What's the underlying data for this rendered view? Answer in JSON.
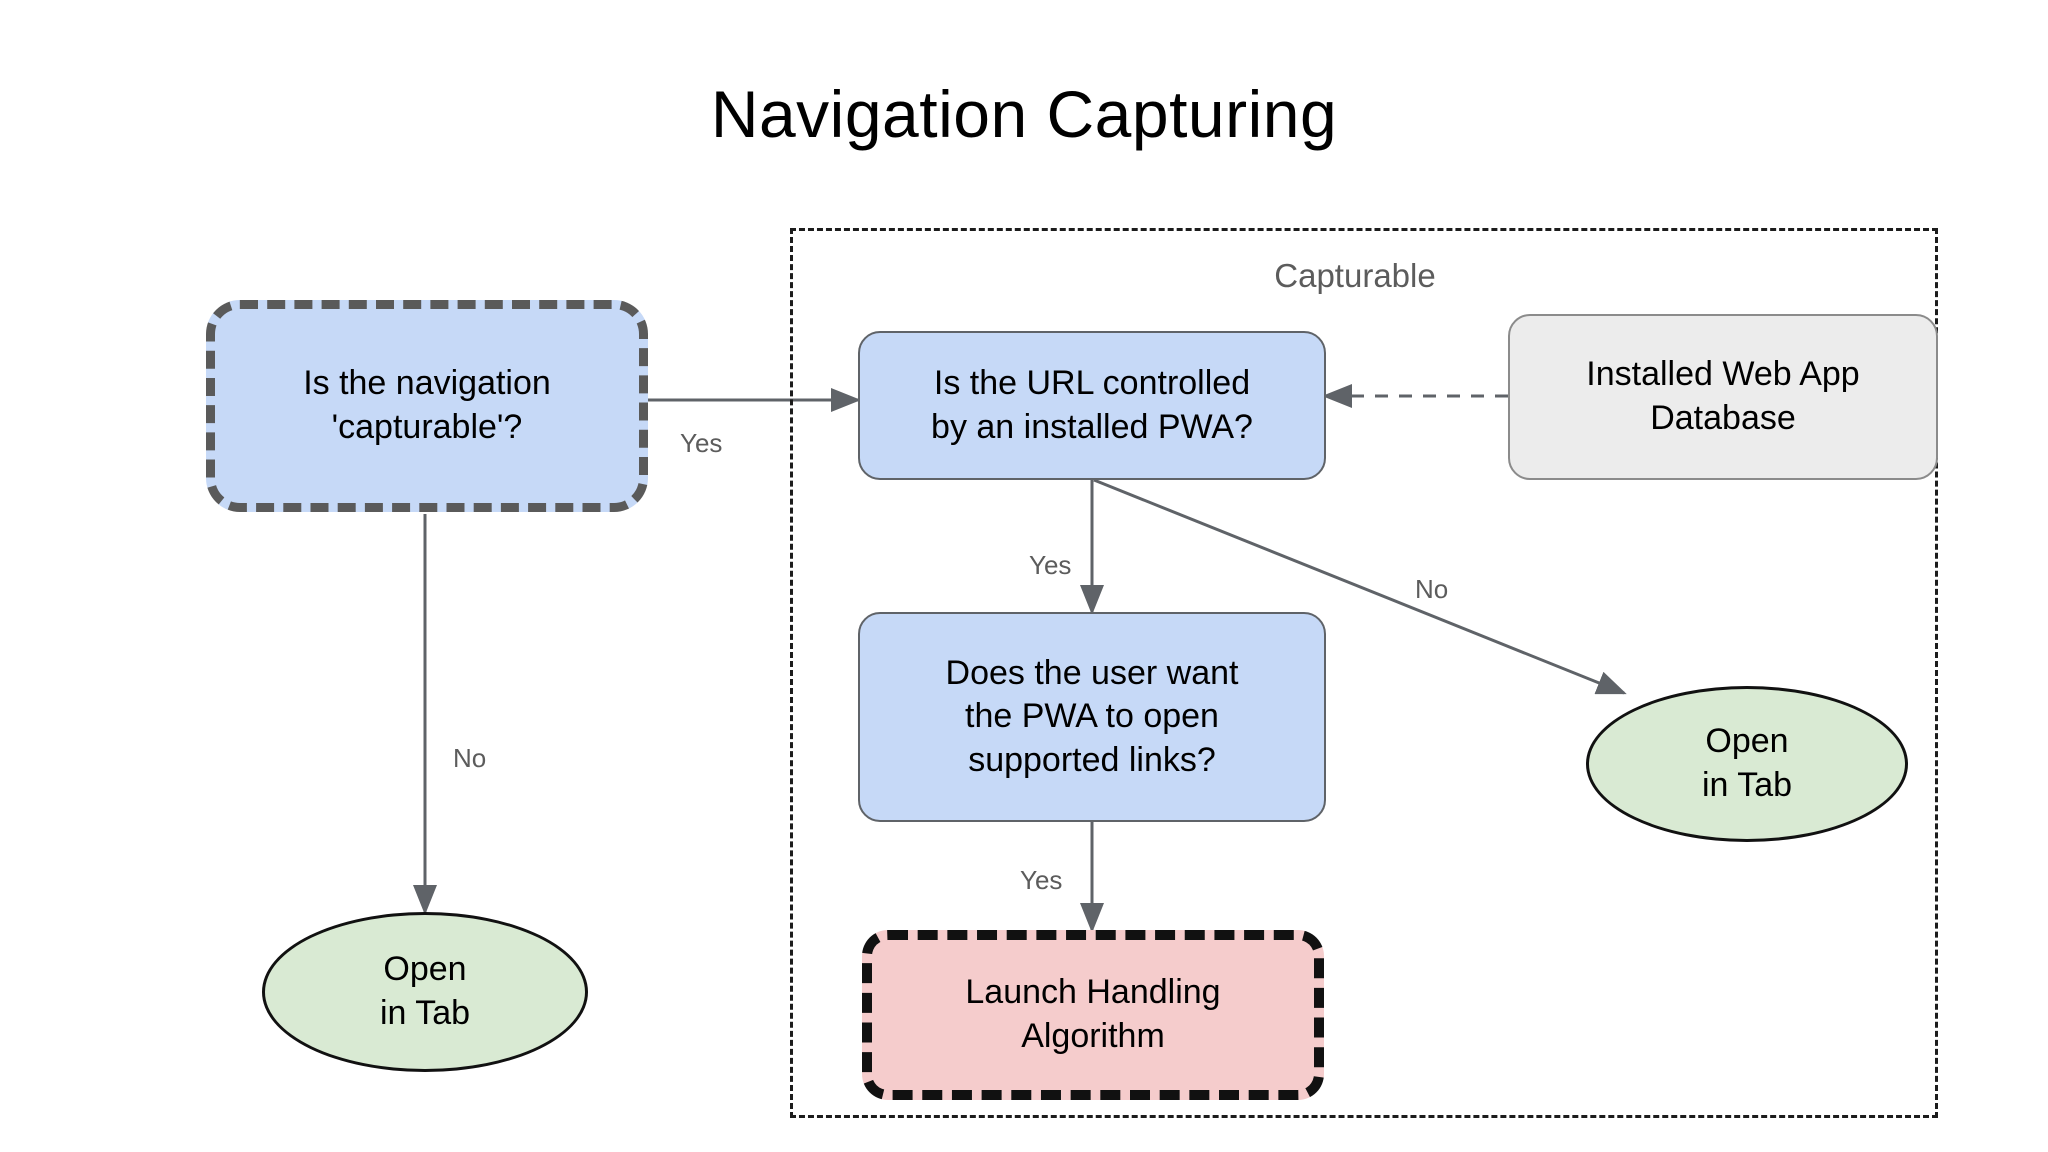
{
  "title": "Navigation Capturing",
  "group": {
    "label": "Capturable"
  },
  "nodes": {
    "is_capturable": "Is the navigation\n'capturable'?",
    "url_controlled": "Is the URL controlled\nby an installed PWA?",
    "installed_db": "Installed Web App\nDatabase",
    "user_want": "Does the user want\nthe PWA to open\nsupported links?",
    "launch_handling": "Launch Handling\nAlgorithm",
    "open_in_tab_left": "Open\nin Tab",
    "open_in_tab_right": "Open\nin Tab"
  },
  "edge_labels": {
    "capturable_yes": "Yes",
    "capturable_no": "No",
    "url_yes": "Yes",
    "url_no": "No",
    "user_want_yes": "Yes"
  },
  "colors": {
    "node_blue": "#c6d9f7",
    "node_green": "#d9ead3",
    "node_pink": "#f5cccc",
    "node_gray": "#ececec",
    "edge_stroke": "#5f6368",
    "dashed_border": "#5a5a5a",
    "group_border": "#1c1c1c",
    "label_text": "#5c5c5c",
    "background": "#ffffff"
  },
  "chart_data": {
    "type": "flowchart",
    "title": "Navigation Capturing",
    "nodes": [
      {
        "id": "is_capturable",
        "label": "Is the navigation 'capturable'?",
        "shape": "rounded-rect",
        "style": "blue-dashed"
      },
      {
        "id": "url_controlled",
        "label": "Is the URL controlled by an installed PWA?",
        "shape": "rounded-rect",
        "style": "blue-solid",
        "group": "Capturable"
      },
      {
        "id": "installed_db",
        "label": "Installed Web App Database",
        "shape": "rounded-rect",
        "style": "gray-solid",
        "group": "Capturable"
      },
      {
        "id": "user_want",
        "label": "Does the user want the PWA to open supported links?",
        "shape": "rounded-rect",
        "style": "blue-solid",
        "group": "Capturable"
      },
      {
        "id": "launch_handling",
        "label": "Launch Handling Algorithm",
        "shape": "rounded-rect",
        "style": "pink-dashed",
        "group": "Capturable"
      },
      {
        "id": "open_in_tab_left",
        "label": "Open in Tab",
        "shape": "ellipse",
        "style": "green"
      },
      {
        "id": "open_in_tab_right",
        "label": "Open in Tab",
        "shape": "ellipse",
        "style": "green",
        "group": "Capturable"
      }
    ],
    "edges": [
      {
        "from": "is_capturable",
        "to": "url_controlled",
        "label": "Yes",
        "style": "solid"
      },
      {
        "from": "is_capturable",
        "to": "open_in_tab_left",
        "label": "No",
        "style": "solid"
      },
      {
        "from": "url_controlled",
        "to": "user_want",
        "label": "Yes",
        "style": "solid"
      },
      {
        "from": "url_controlled",
        "to": "open_in_tab_right",
        "label": "No",
        "style": "solid"
      },
      {
        "from": "installed_db",
        "to": "url_controlled",
        "label": "",
        "style": "dashed"
      },
      {
        "from": "user_want",
        "to": "launch_handling",
        "label": "Yes",
        "style": "solid"
      }
    ]
  }
}
